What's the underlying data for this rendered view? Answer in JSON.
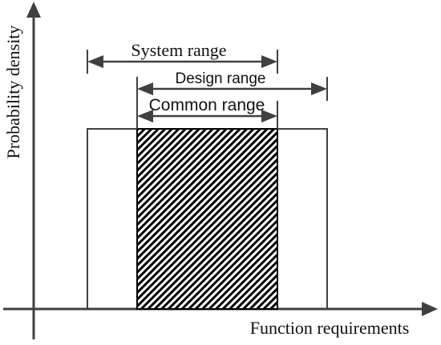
{
  "axes": {
    "y_label": "Probability density",
    "x_label": "Function requirements"
  },
  "ranges": {
    "system": "System range",
    "design": "Design range",
    "common": "Common range"
  },
  "colors": {
    "stroke": "#404040",
    "text": "#111111",
    "hatch": "#000000",
    "background": "#ffffff"
  }
}
